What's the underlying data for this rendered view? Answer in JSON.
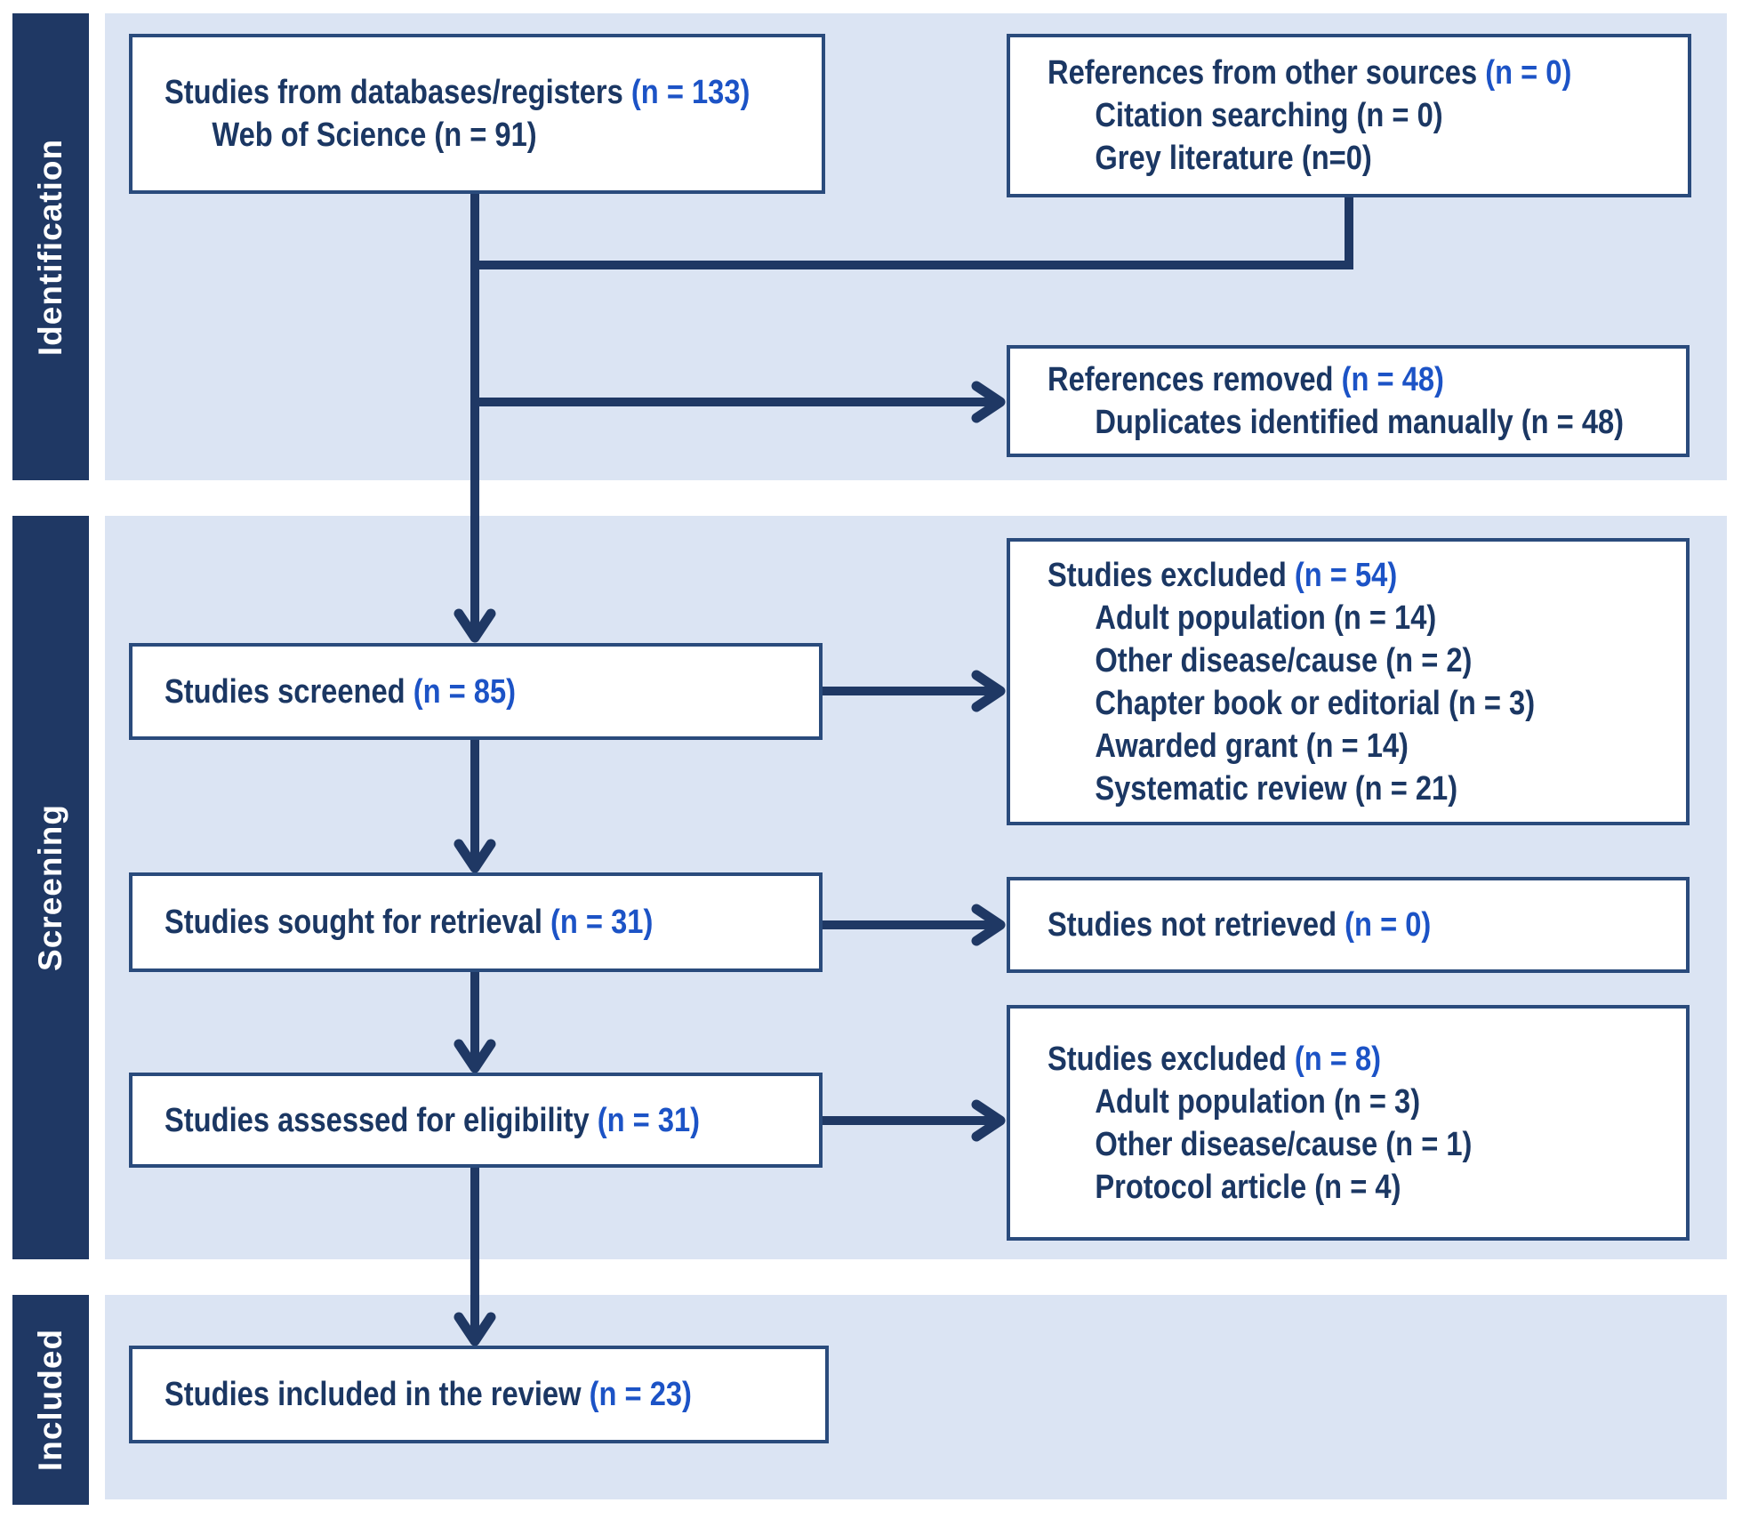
{
  "palette": {
    "navy": "#1F3864",
    "royal_blue": "#1C53C6",
    "light_blue_bg": "#DBE4F3",
    "box_border": "#2A4B7C",
    "box_fill": "#FFFFFF"
  },
  "sidebar": {
    "identification": "Identification",
    "screening": "Screening",
    "included": "Included"
  },
  "boxes": {
    "databases": {
      "title": "Studies from databases/registers",
      "title_count": "(n = 133)",
      "subs": [
        "Web of Science (n = 91)"
      ]
    },
    "other_sources": {
      "title": "References from other sources",
      "title_count": "(n = 0)",
      "subs": [
        "Citation searching (n = 0)",
        "Grey literature (n=0)"
      ]
    },
    "references_removed": {
      "title": "References removed",
      "title_count": "(n = 48)",
      "subs": [
        "Duplicates identified manually (n = 48)"
      ]
    },
    "screened": {
      "title": "Studies screened",
      "title_count": "(n = 85)"
    },
    "excluded_screening": {
      "title": "Studies excluded",
      "title_count": "(n = 54)",
      "subs": [
        "Adult population (n = 14)",
        "Other disease/cause (n = 2)",
        "Chapter book or editorial (n = 3)",
        "Awarded grant (n = 14)",
        "Systematic review (n = 21)"
      ]
    },
    "sought": {
      "title": "Studies sought for retrieval",
      "title_count": "(n = 31)"
    },
    "not_retrieved": {
      "title": "Studies not retrieved",
      "title_count": "(n = 0)"
    },
    "assessed": {
      "title": "Studies assessed for eligibility",
      "title_count": "(n = 31)"
    },
    "excluded_eligibility": {
      "title": "Studies excluded",
      "title_count": "(n = 8)",
      "subs": [
        "Adult population (n = 3)",
        "Other disease/cause (n = 1)",
        "Protocol article (n = 4)"
      ]
    },
    "included": {
      "title": "Studies included in the review",
      "title_count": "(n = 23)"
    }
  }
}
